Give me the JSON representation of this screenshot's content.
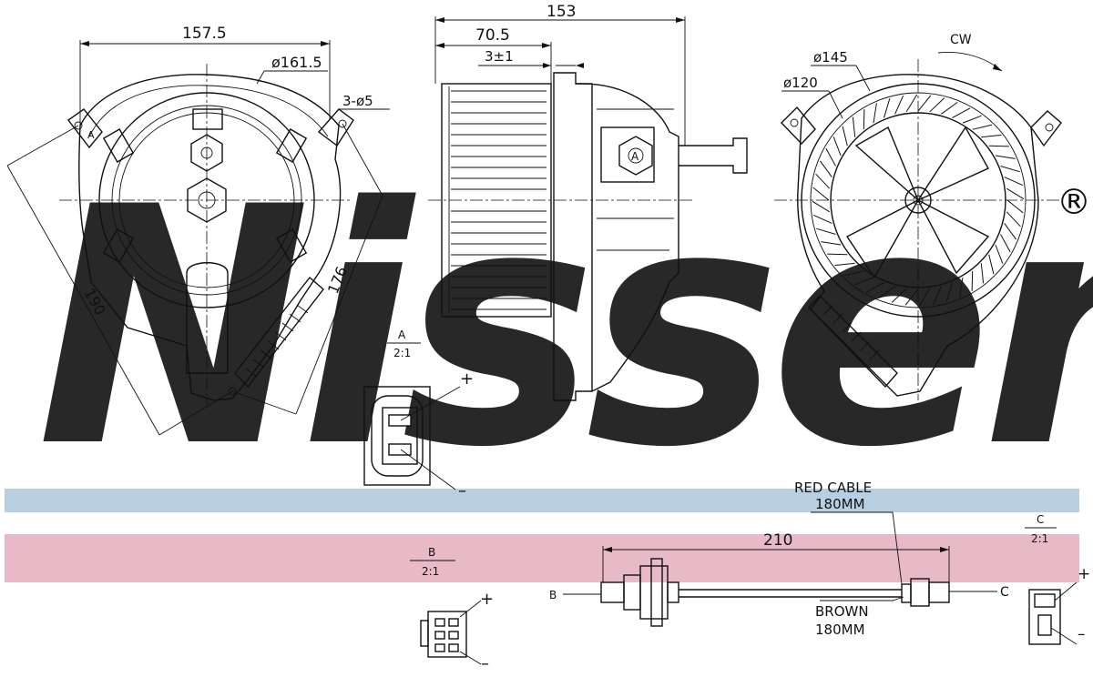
{
  "brand": {
    "watermark": "Nissens",
    "registered": "®",
    "watermark_color": "#a9c3d6",
    "band_blue": "#b7cfe0",
    "band_pink": "#e8b9c6"
  },
  "front_view": {
    "width": "157.5",
    "diameter": "ø161.5",
    "holes": "3-ø5",
    "detail_ref": "A",
    "side_left": "190",
    "side_right": "176"
  },
  "side_view": {
    "overall": "153",
    "depth": "70.5",
    "tolerance": "3±1",
    "detail_ref": "A"
  },
  "rear_view": {
    "rotation": "CW",
    "outer_diameter": "ø145",
    "inner_diameter": "ø120"
  },
  "detail_a": {
    "title": "A",
    "scale": "2:1",
    "plus": "+",
    "minus": "–"
  },
  "detail_b": {
    "title": "B",
    "scale": "2:1",
    "plus": "+",
    "minus": "–"
  },
  "detail_c": {
    "title": "C",
    "scale": "2:1",
    "plus": "+",
    "minus": "–"
  },
  "cable": {
    "red_label": "RED CABLE",
    "red_length": "180MM",
    "length": "210",
    "brown_label": "BROWN",
    "brown_length": "180MM",
    "end_b": "B",
    "end_c": "C"
  }
}
